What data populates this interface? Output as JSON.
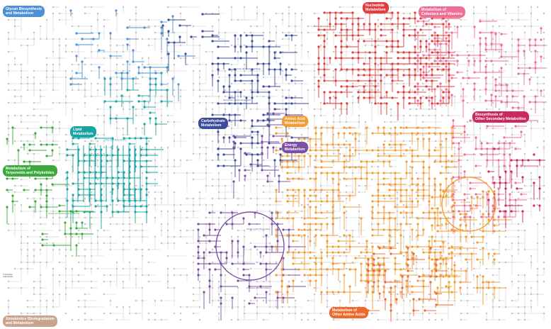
{
  "colors": {
    "glycan": "#4f8fd6",
    "nucleotide": "#e23c3c",
    "cofactors": "#ef6f97",
    "secondary": "#c92a60",
    "lipid": "#1aa3a3",
    "carbohydrate": "#3c4b9c",
    "amino_acid": "#f39c31",
    "energy": "#7b4fa6",
    "terpenoids": "#3ba93b",
    "other_amino": "#ee6a2a",
    "xenobiotics": "#c8a48f",
    "network_grey": "#cfcfcf"
  },
  "categories": [
    {
      "id": "glycan",
      "lines": [
        "Glycan Biosynthesis",
        "and Metabolism"
      ]
    },
    {
      "id": "nucleotide",
      "lines": [
        "Nucleotide",
        "Metabolism"
      ]
    },
    {
      "id": "cofactors",
      "lines": [
        "Metabolism of",
        "Cofactors and Vitamins"
      ]
    },
    {
      "id": "secondary",
      "lines": [
        "Biosynthesis of",
        "Other Secondary Metabolites"
      ]
    },
    {
      "id": "lipid",
      "lines": [
        "Lipid",
        "Metabolism"
      ]
    },
    {
      "id": "carbohydrate",
      "lines": [
        "Carbohydrate",
        "Metabolism"
      ]
    },
    {
      "id": "amino_acid",
      "lines": [
        "Amino Acid",
        "Metabolism"
      ]
    },
    {
      "id": "energy",
      "lines": [
        "Energy",
        "Metabolism"
      ]
    },
    {
      "id": "terpenoids",
      "lines": [
        "Metabolism of",
        "Terpenoids and Polyketides"
      ]
    },
    {
      "id": "other_amino",
      "lines": [
        "Metabolism of",
        "Other Amino Acids"
      ]
    },
    {
      "id": "xenobiotics",
      "lines": [
        "Xenobiotics Biodegradation",
        "and Metabolism"
      ]
    }
  ],
  "pathway_labels": [
    {
      "id": "purine",
      "text": "Purine metabolism"
    },
    {
      "id": "pyrimidine",
      "text": "Pyrimidine metabolism"
    },
    {
      "id": "tca",
      "text": "Citrate cycle (TCA cycle)"
    },
    {
      "id": "glycolysis",
      "text": "Glycolysis / Gluconeogenesis"
    },
    {
      "id": "pentose",
      "text": "Pentose phosphate pathway"
    },
    {
      "id": "fatty_acid",
      "text": "Fatty acid biosynthesis"
    },
    {
      "id": "oxphos",
      "text": "Oxidative phosphorylation"
    },
    {
      "id": "urea",
      "text": "Urea cycle"
    },
    {
      "id": "terpenoid_backbone",
      "text": "Terpenoid backbone biosynthesis"
    },
    {
      "id": "glutathione",
      "text": "Glutathione metabolism"
    }
  ],
  "copyright": [
    "© Kanehisa",
    "Laboratories"
  ]
}
